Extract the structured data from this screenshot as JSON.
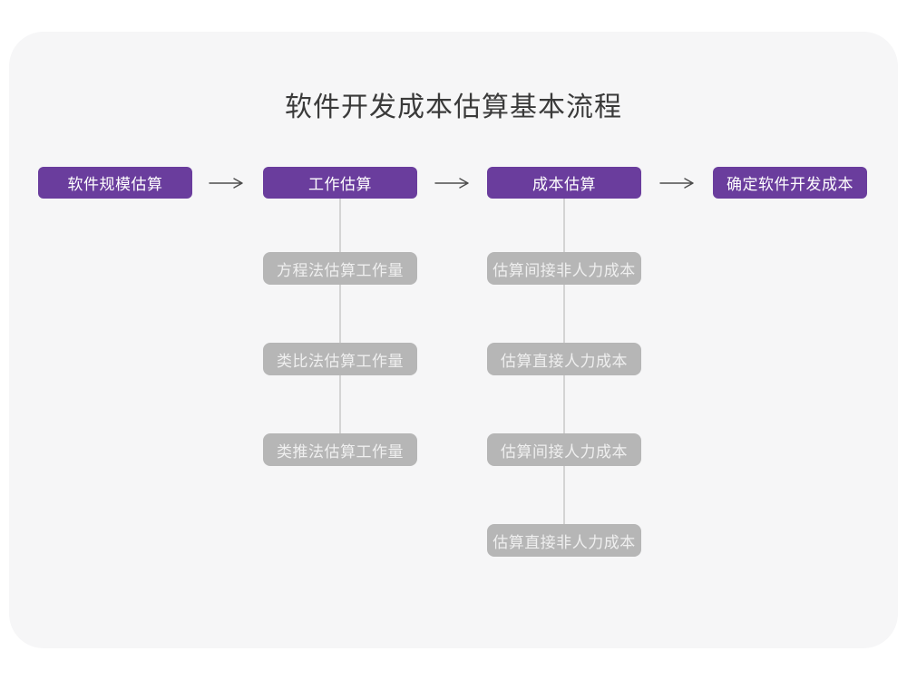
{
  "title": "软件开发成本估算基本流程",
  "colors": {
    "stage_node": "#6a3d9d",
    "substep_node": "#b6b6b6",
    "card_background": "#f6f6f7",
    "connector": "#d4d4d4",
    "arrow": "#4d4d4d",
    "title_text": "#3a3a3a"
  },
  "flow": {
    "nodes": [
      {
        "label": "软件规模估算"
      },
      {
        "label": "工作估算"
      },
      {
        "label": "成本估算"
      },
      {
        "label": "确定软件开发成本"
      }
    ],
    "columns": [
      {
        "parent": "工作估算",
        "items": [
          "方程法估算工作量",
          "类比法估算工作量",
          "类推法估算工作量"
        ]
      },
      {
        "parent": "成本估算",
        "items": [
          "估算间接非人力成本",
          "估算直接人力成本",
          "估算间接人力成本",
          "估算直接非人力成本"
        ]
      }
    ]
  }
}
